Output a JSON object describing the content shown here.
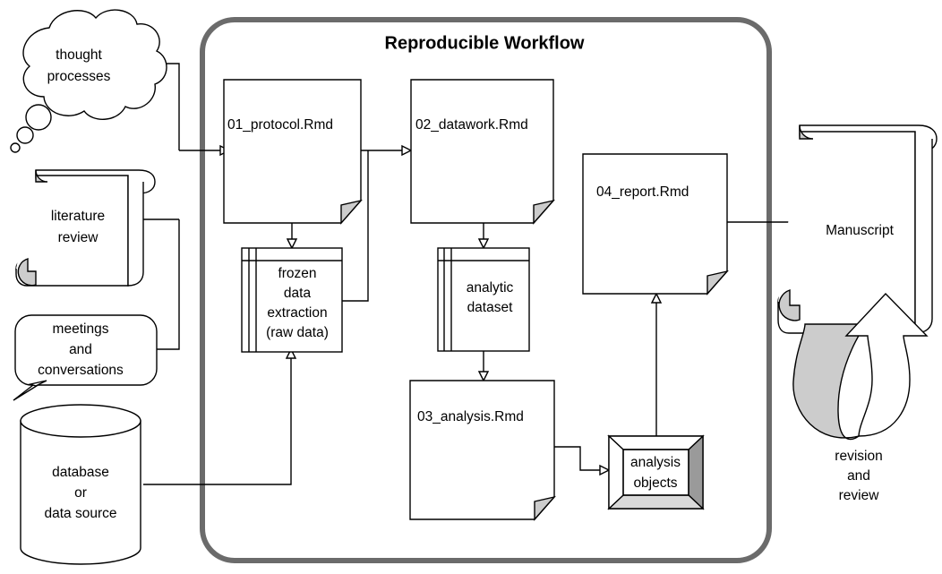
{
  "diagram": {
    "title": "Reproducible Workflow",
    "container_border_color": "#6b6b6b",
    "fold_fill": "#cccccc",
    "scroll_roll_fill": "#cccccc"
  },
  "inputs": [
    {
      "id": "thought-processes",
      "shape": "thought-cloud",
      "lines": [
        "thought",
        "processes"
      ]
    },
    {
      "id": "literature-review",
      "shape": "scroll",
      "lines": [
        "literature",
        "review"
      ]
    },
    {
      "id": "meetings-and-conversations",
      "shape": "speech-bubble",
      "lines": [
        "meetings",
        "and",
        "conversations"
      ]
    },
    {
      "id": "database-or-data-source",
      "shape": "cylinder",
      "lines": [
        "database",
        "or",
        "data source"
      ]
    }
  ],
  "documents": [
    {
      "id": "protocol",
      "shape": "document-folded",
      "lines": [
        "01_protocol.Rmd"
      ]
    },
    {
      "id": "datawork",
      "shape": "document-folded",
      "lines": [
        "02_datawork.Rmd"
      ]
    },
    {
      "id": "report",
      "shape": "document-folded",
      "lines": [
        "04_report.Rmd"
      ]
    },
    {
      "id": "analysis",
      "shape": "document-folded",
      "lines": [
        "03_analysis.Rmd"
      ]
    }
  ],
  "datastores": [
    {
      "id": "frozen-data-extraction",
      "shape": "stored-data",
      "lines": [
        "frozen",
        "data",
        "extraction",
        "(raw data)"
      ]
    },
    {
      "id": "analytic-dataset",
      "shape": "stored-data",
      "lines": [
        "analytic",
        "dataset"
      ]
    }
  ],
  "objects": [
    {
      "id": "analysis-objects",
      "shape": "cube-3d",
      "lines": [
        "analysis",
        "objects"
      ]
    }
  ],
  "outputs": [
    {
      "id": "manuscript",
      "shape": "scroll",
      "lines": [
        "Manuscript"
      ]
    },
    {
      "id": "revision-and-review",
      "shape": "u-turn-arrow",
      "lines": [
        "revision",
        "and",
        "review"
      ]
    }
  ]
}
